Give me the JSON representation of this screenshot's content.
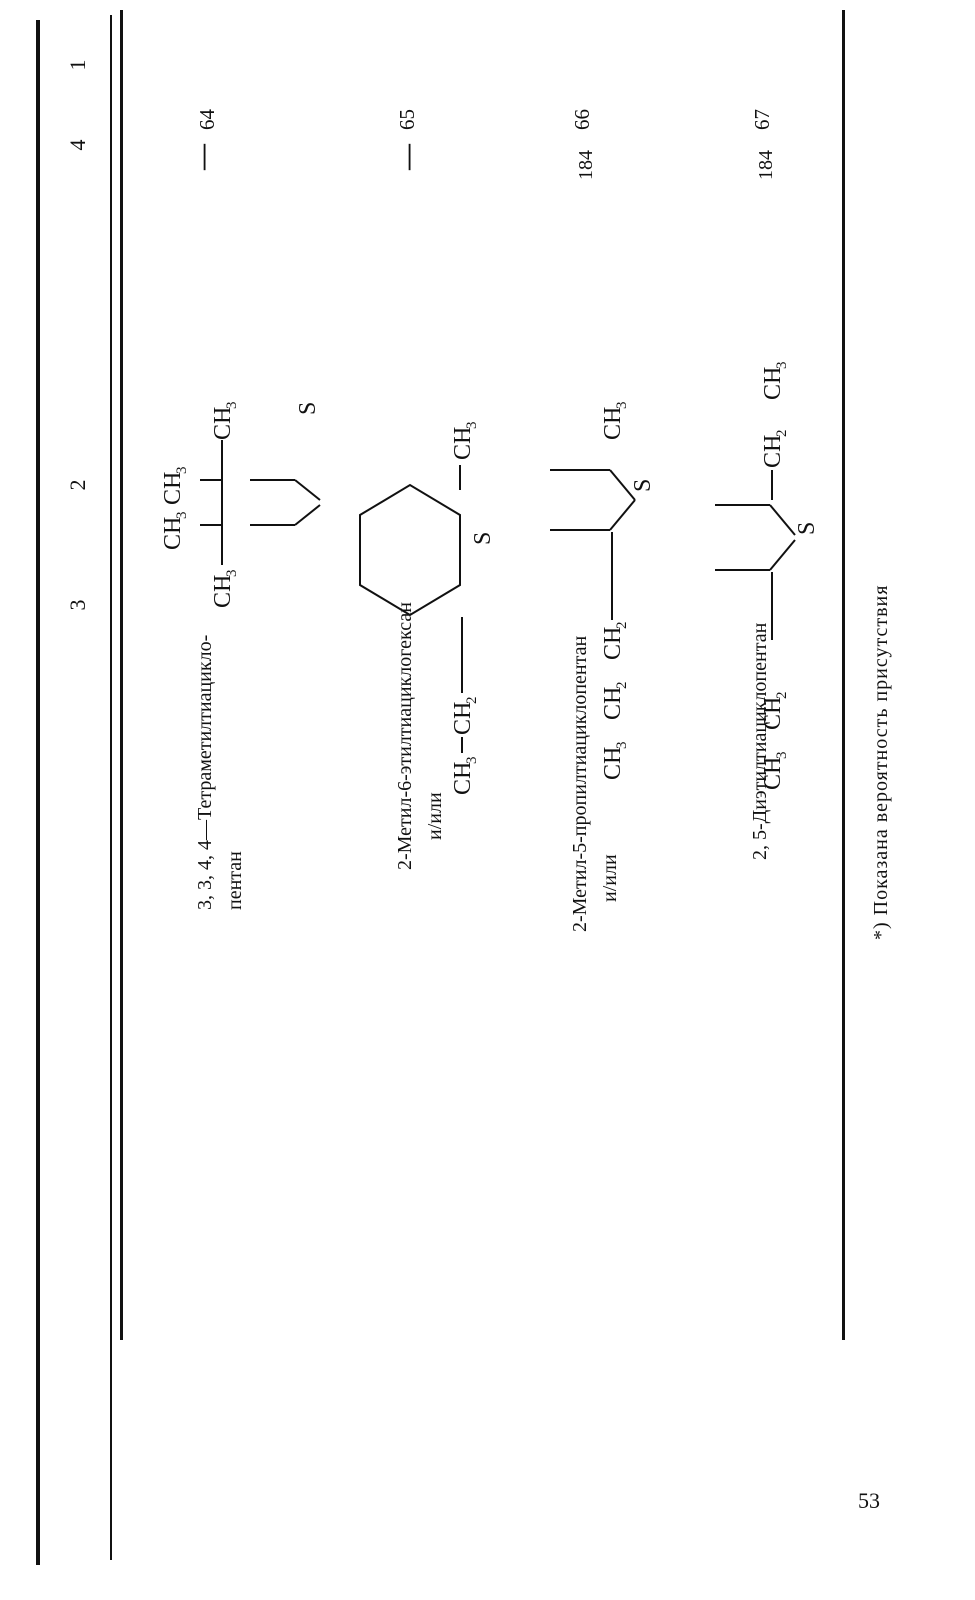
{
  "header": {
    "col1": "1",
    "col2": "2",
    "col3": "3",
    "col4": "4"
  },
  "rows": [
    {
      "num": "64",
      "name_line1": "3, 3, 4, 4—Тетраметилтиацикло-",
      "name_line2": "пентан",
      "value": "—"
    },
    {
      "num": "65",
      "name_line1": "2-Метил-6-этилтиациклогексан",
      "name_line2": "и/или",
      "value": "—"
    },
    {
      "num": "66",
      "name_line1": "2-Метил-5-пропилтиациклопентан",
      "name_line2": "и/или",
      "value": "184"
    },
    {
      "num": "67",
      "name_line1": "2, 5-Диэтилтиациклопентан",
      "name_line2": "",
      "value": "184"
    }
  ],
  "formulas": {
    "f64": {
      "ch3a": "CH",
      "ch3b": "CH",
      "ch3c": "CH",
      "ch3d": "CH",
      "sub": "3",
      "s": "S"
    },
    "f65": {
      "left": "CH",
      "mid": "CH",
      "right": "CH",
      "s": "S",
      "sub3": "3",
      "sub2": "2"
    },
    "f66": {
      "a": "CH",
      "b": "CH",
      "c": "CH",
      "d": "CH",
      "s": "S",
      "sub3": "3",
      "sub2": "2"
    },
    "f67": {
      "a": "CH",
      "b": "CH",
      "c": "CH",
      "d": "CH",
      "s": "S",
      "sub3": "3",
      "sub2": "2"
    }
  },
  "footnote": "*) Показана вероятность присутствия",
  "page_number": "53"
}
